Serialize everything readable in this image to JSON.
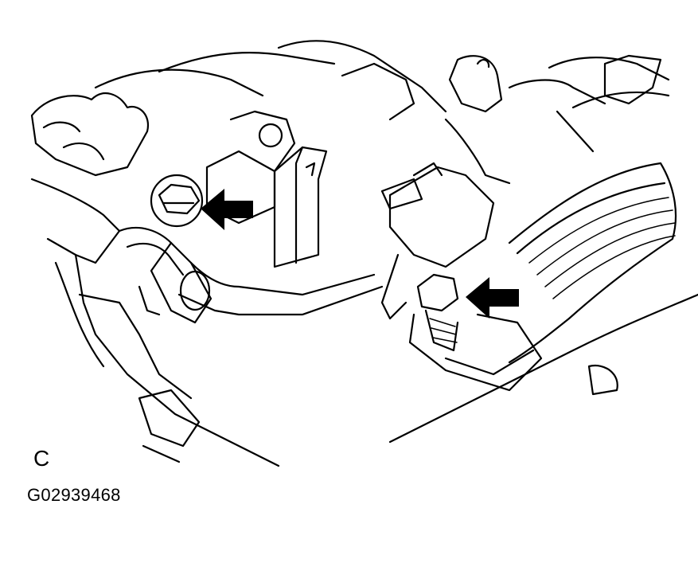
{
  "figure": {
    "view_label": "C",
    "figure_id": "G02939468"
  },
  "arrows": [
    {
      "name": "upper-left-bolt-arrow",
      "direction": "left",
      "fill": "#000000"
    },
    {
      "name": "right-bolt-arrow",
      "direction": "left",
      "fill": "#000000"
    }
  ],
  "colors": {
    "line": "#000000",
    "background": "#ffffff"
  }
}
